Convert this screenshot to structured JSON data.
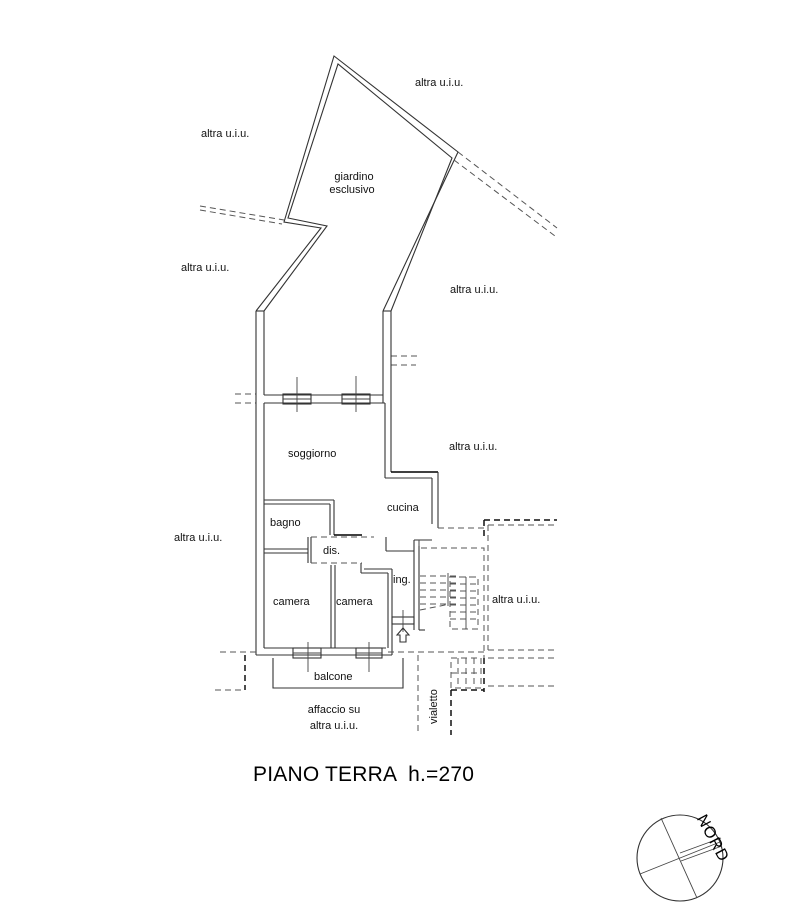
{
  "plan": {
    "title": "PIANO TERRA  h.=270",
    "north_label": "NORD",
    "outside_label": "altra u.i.u.",
    "rooms": [
      {
        "id": "giardino",
        "label_line1": "giardino",
        "label_line2": "esclusivo"
      },
      {
        "id": "soggiorno",
        "label": "soggiorno"
      },
      {
        "id": "cucina",
        "label": "cucina"
      },
      {
        "id": "bagno",
        "label": "bagno"
      },
      {
        "id": "dis",
        "label": "dis."
      },
      {
        "id": "camera1",
        "label": "camera"
      },
      {
        "id": "camera2",
        "label": "camera"
      },
      {
        "id": "ingresso",
        "label": "ing."
      },
      {
        "id": "balcone",
        "label": "balcone"
      },
      {
        "id": "vialetto",
        "label": "vialetto"
      }
    ],
    "neighbors": [
      {
        "label": "altra u.i.u."
      },
      {
        "label": "altra u.i.u."
      },
      {
        "label": "altra u.i.u."
      },
      {
        "label": "altra u.i.u."
      },
      {
        "label": "altra u.i.u."
      },
      {
        "label": "altra u.i.u."
      },
      {
        "label": "altra u.i.u."
      }
    ],
    "affaccio": {
      "line1": "affaccio su",
      "line2": "altra u.i.u."
    },
    "entrance_arrow": "entrance-arrow-icon",
    "compass": "compass-north-icon"
  }
}
